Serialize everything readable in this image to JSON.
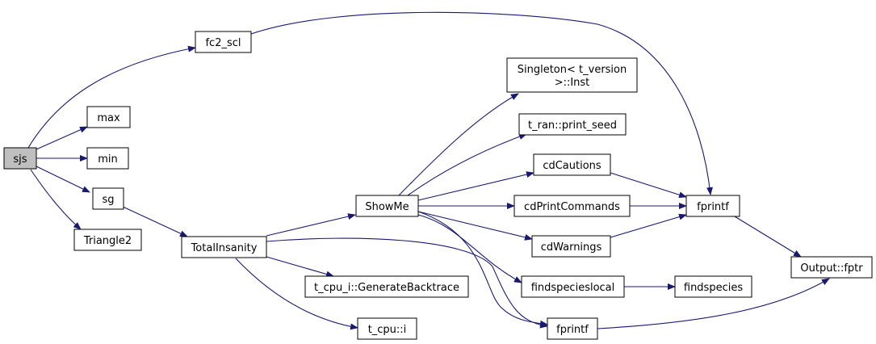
{
  "diagram": {
    "colors": {
      "edge": "#191970",
      "node_fill": "#ffffff",
      "root_fill": "#bfbfbf",
      "node_border": "#000000"
    },
    "nodes": {
      "sjs": {
        "label": "sjs"
      },
      "fc2_scl": {
        "label": "fc2_scl"
      },
      "max": {
        "label": "max"
      },
      "min": {
        "label": "min"
      },
      "sg": {
        "label": "sg"
      },
      "triangle2": {
        "label": "Triangle2"
      },
      "totalinsanity": {
        "label": "TotalInsanity"
      },
      "showme": {
        "label": "ShowMe"
      },
      "singleton": {
        "line1": "Singleton< t_version",
        "line2": ">::Inst"
      },
      "print_seed": {
        "label": "t_ran::print_seed"
      },
      "cdcautions": {
        "label": "cdCautions"
      },
      "cdprintcommands": {
        "label": "cdPrintCommands"
      },
      "cdwarnings": {
        "label": "cdWarnings"
      },
      "findspecieslocal": {
        "label": "findspecieslocal"
      },
      "fprintf_top": {
        "label": "fprintf"
      },
      "fprintf_bottom": {
        "label": "fprintf"
      },
      "findspecies": {
        "label": "findspecies"
      },
      "output_fptr": {
        "label": "Output::fptr"
      },
      "generatebacktrace": {
        "label": "t_cpu_i::GenerateBacktrace"
      },
      "tcpu_i": {
        "label": "t_cpu::i"
      }
    }
  }
}
